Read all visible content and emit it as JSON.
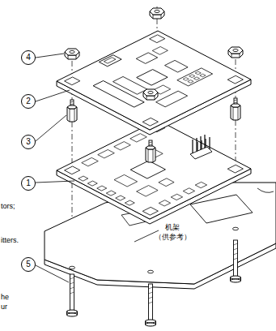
{
  "diagram": {
    "nodes": [
      {
        "text": [
          "4"
        ]
      },
      {
        "text": [
          "2"
        ]
      },
      {
        "text": [
          "3"
        ]
      },
      {
        "text": [
          "1"
        ]
      },
      {
        "text": [
          "5"
        ]
      }
    ],
    "labels": [
      "tors;",
      "机架",
      "（供参考）",
      "itters.",
      "he",
      "ur"
    ]
  }
}
